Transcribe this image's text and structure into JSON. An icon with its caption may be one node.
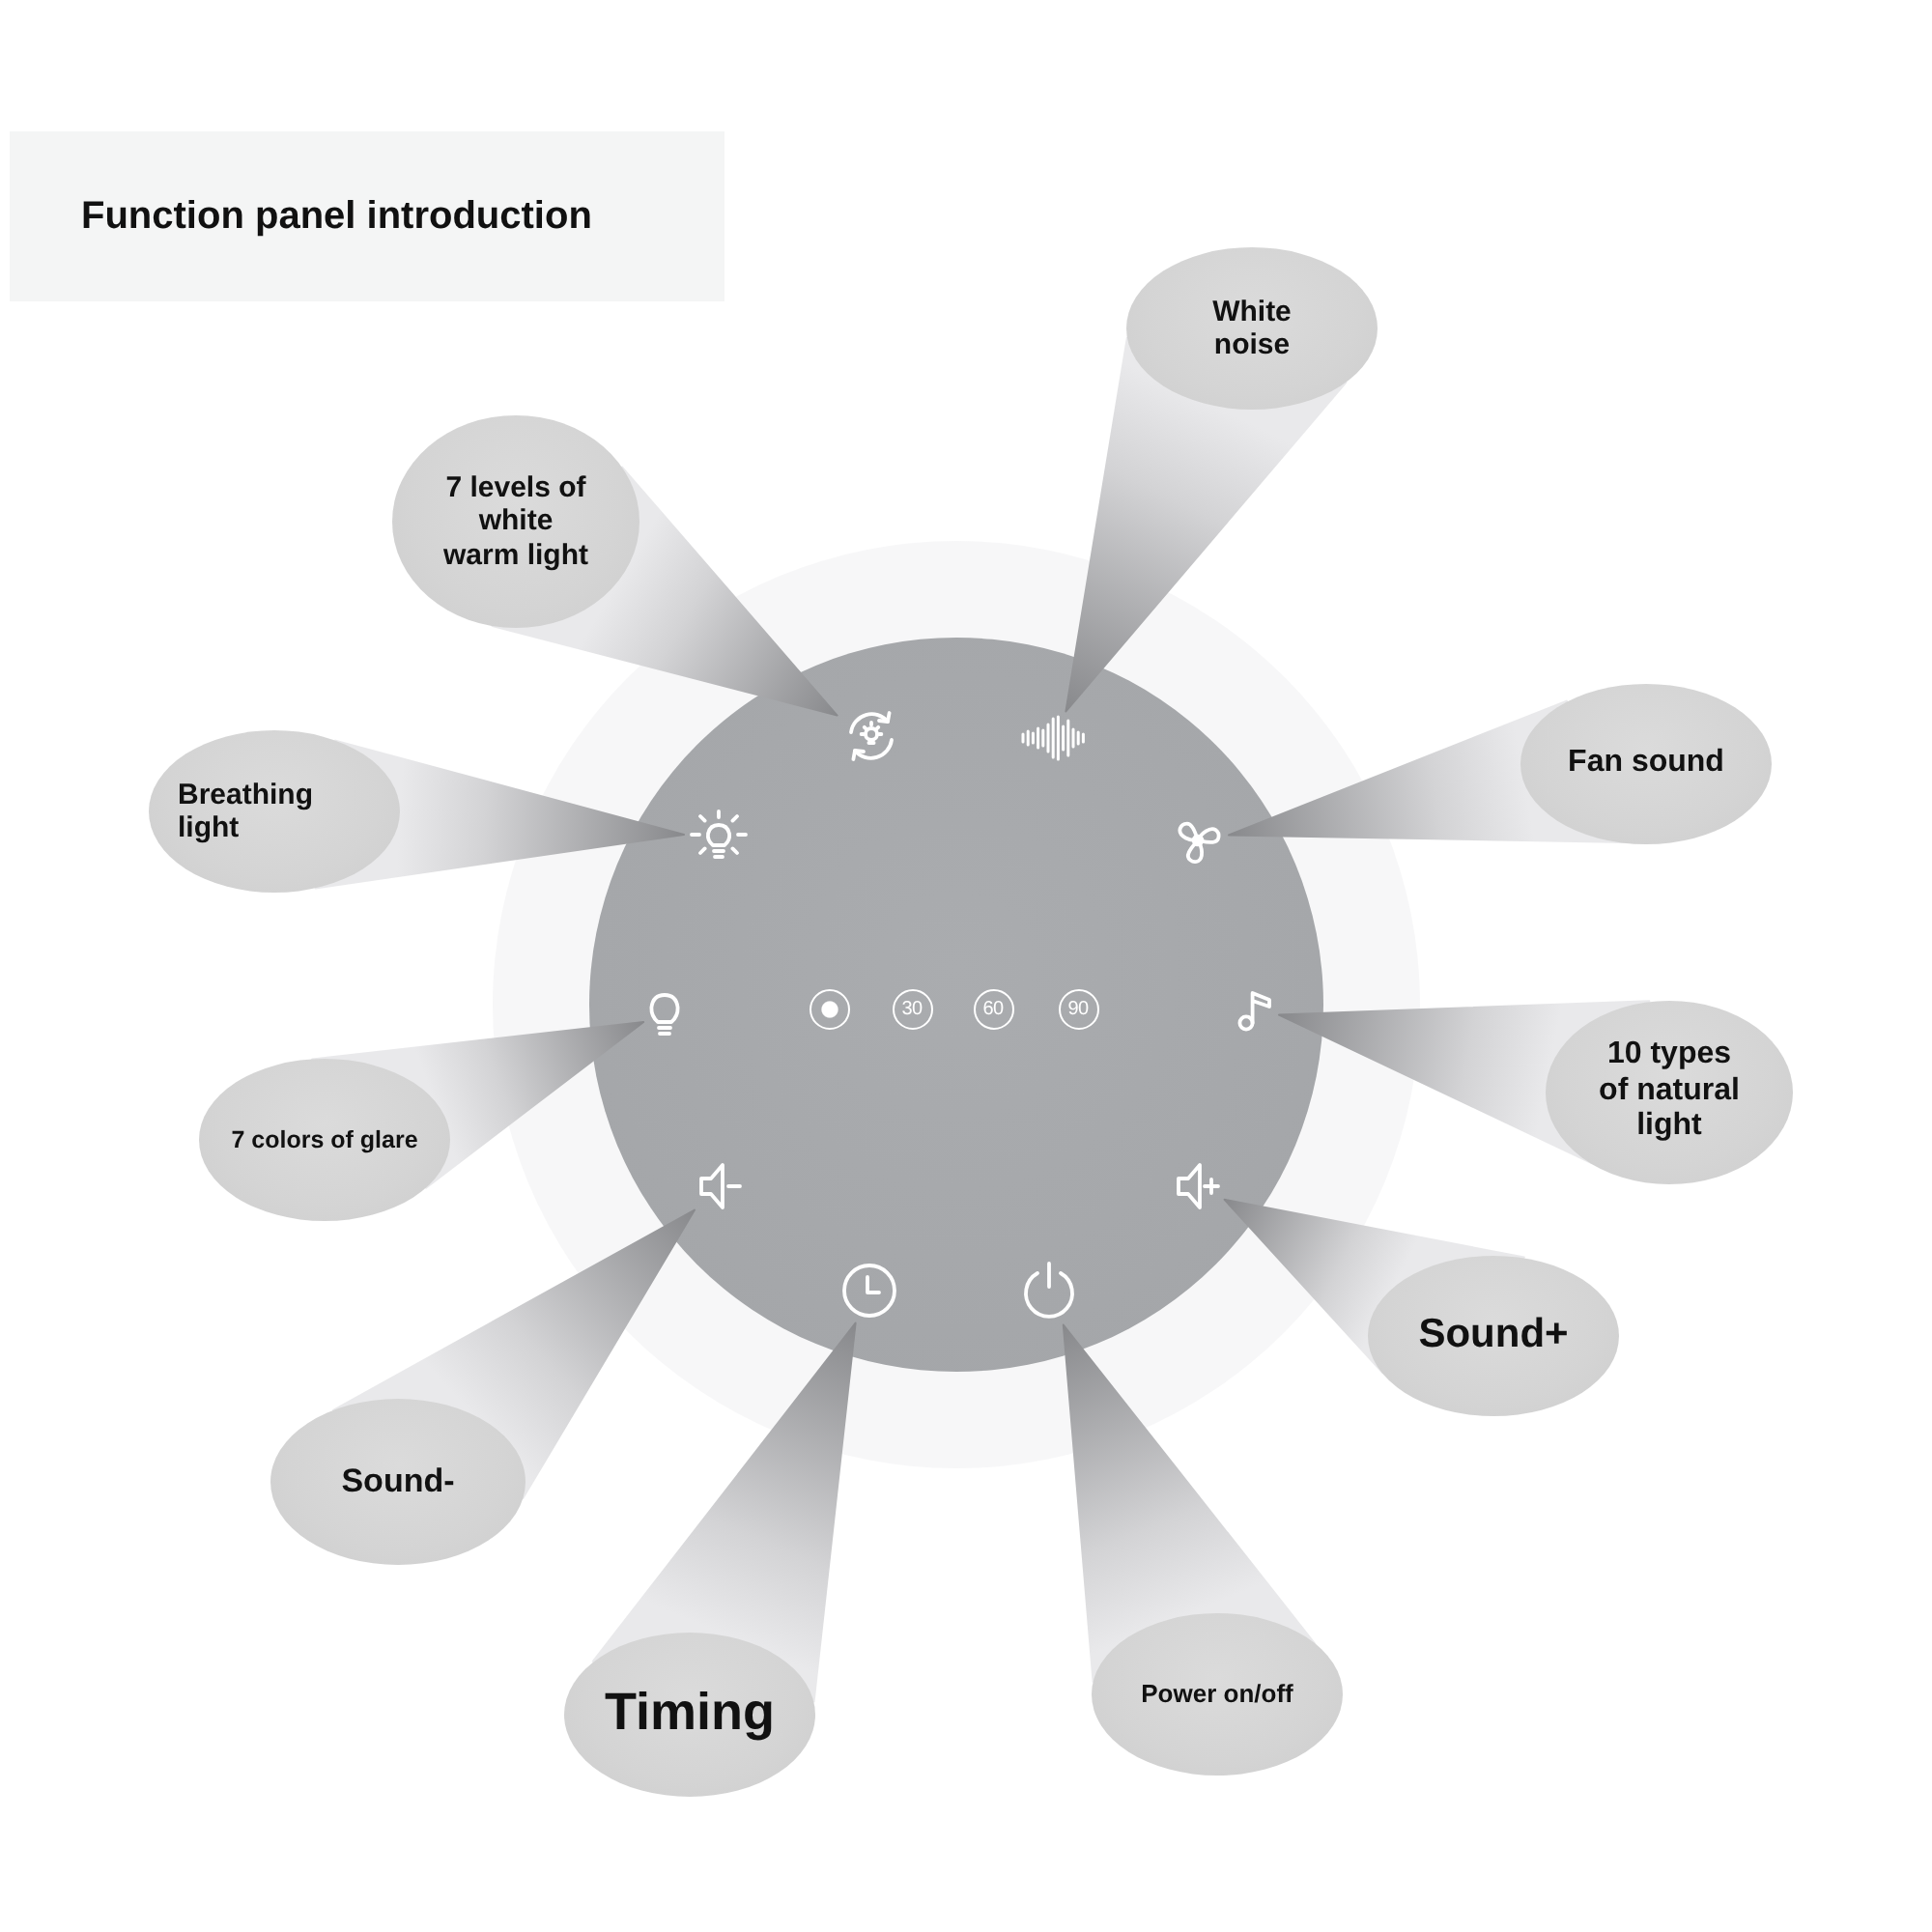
{
  "diagram": {
    "title": "Function panel introduction",
    "nodes": [
      {
        "text": [
          "White noise"
        ]
      },
      {
        "text": [
          "7 levels of white warm light"
        ]
      },
      {
        "text": [
          "Fan sound"
        ]
      },
      {
        "text": [
          "Breathing light"
        ]
      },
      {
        "text": [
          "10 types of natural light"
        ]
      },
      {
        "text": [
          "7 colors of glare"
        ]
      },
      {
        "text": [
          "Sound+"
        ]
      },
      {
        "text": [
          "Sound-"
        ]
      },
      {
        "text": [
          "Power on/off"
        ]
      },
      {
        "text": [
          "Timing"
        ]
      },
      {
        "text": [],
        "shape": "circle"
      },
      {
        "text": [],
        "shape": "circle",
        "in": 10
      },
      {
        "text": [],
        "shape": "picture",
        "in": 11
      },
      {
        "text": [],
        "shape": "picture",
        "in": 11
      },
      {
        "text": [],
        "shape": "picture",
        "in": 11
      },
      {
        "text": [],
        "shape": "picture",
        "in": 11
      },
      {
        "text": [],
        "shape": "picture",
        "in": 11
      },
      {
        "text": [],
        "shape": "circle",
        "in": 11
      },
      {
        "text": [
          "30"
        ],
        "in": 11
      },
      {
        "text": [
          "60"
        ],
        "in": 11
      },
      {
        "text": [
          "90"
        ],
        "in": 11
      },
      {
        "text": [],
        "shape": "picture",
        "in": 11
      },
      {
        "text": [],
        "shape": "picture",
        "in": 11
      },
      {
        "text": [],
        "shape": "picture",
        "in": 11
      },
      {
        "text": [],
        "shape": "picture",
        "in": 11
      },
      {
        "text": [],
        "shape": "picture",
        "in": 11
      }
    ],
    "edges": [
      {
        "from": 0,
        "to": 13,
        "arrow": "none"
      },
      {
        "from": 1,
        "to": 12,
        "arrow": "none"
      },
      {
        "from": 2,
        "to": 15,
        "arrow": "none"
      },
      {
        "from": 3,
        "to": 14,
        "arrow": "none"
      },
      {
        "from": 4,
        "to": 21,
        "arrow": "none"
      },
      {
        "from": 5,
        "to": 16,
        "arrow": "none"
      },
      {
        "from": 6,
        "to": 23,
        "arrow": "none"
      },
      {
        "from": 7,
        "to": 22,
        "arrow": "none"
      },
      {
        "from": 8,
        "to": 25,
        "arrow": "none"
      },
      {
        "from": 9,
        "to": 24,
        "arrow": "none"
      }
    ]
  }
}
